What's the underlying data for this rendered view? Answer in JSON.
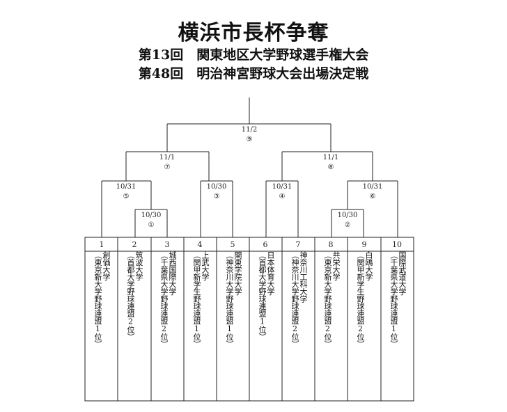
{
  "header": {
    "title": "横浜市長杯争奪",
    "subtitle1": "第13回　関東地区大学野球選手権大会",
    "subtitle2": "第48回　明治神宮野球大会出場決定戦"
  },
  "matches": [
    {
      "id": 1,
      "date": "10/30",
      "mark": "①"
    },
    {
      "id": 2,
      "date": "10/30",
      "mark": "②"
    },
    {
      "id": 3,
      "date": "10/30",
      "mark": "③"
    },
    {
      "id": 4,
      "date": "10/31",
      "mark": "④"
    },
    {
      "id": 5,
      "date": "10/31",
      "mark": "⑤"
    },
    {
      "id": 6,
      "date": "10/31",
      "mark": "⑥"
    },
    {
      "id": 7,
      "date": "11/1",
      "mark": "⑦"
    },
    {
      "id": 8,
      "date": "11/1",
      "mark": "⑧"
    },
    {
      "id": 9,
      "date": "11/2",
      "mark": "⑨"
    }
  ],
  "teams": [
    {
      "num": "1",
      "name": "創価大学",
      "league": "（東京新大学野球連盟1位）"
    },
    {
      "num": "2",
      "name": "筑波大学",
      "league": "（首都大学野球連盟2位）"
    },
    {
      "num": "3",
      "name": "城西国際大学",
      "league": "（千葉県大学野球連盟2位）"
    },
    {
      "num": "4",
      "name": "上武大学",
      "league": "（関甲新学生野球連盟1位）"
    },
    {
      "num": "5",
      "name": "関東学院大学",
      "league": "（神奈川大学野球連盟1位）"
    },
    {
      "num": "6",
      "name": "日本体育大学",
      "league": "（首都大学野球連盟1位）"
    },
    {
      "num": "7",
      "name": "神奈川工科大学",
      "league": "（神奈川大学野球連盟2位）"
    },
    {
      "num": "8",
      "name": "共栄大学",
      "league": "（東京新大学野球連盟2位）"
    },
    {
      "num": "9",
      "name": "白鴎大学",
      "league": "（関甲新学生野球連盟2位）"
    },
    {
      "num": "10",
      "name": "国際武道大学",
      "league": "（千葉県大学野球連盟1位）"
    }
  ]
}
